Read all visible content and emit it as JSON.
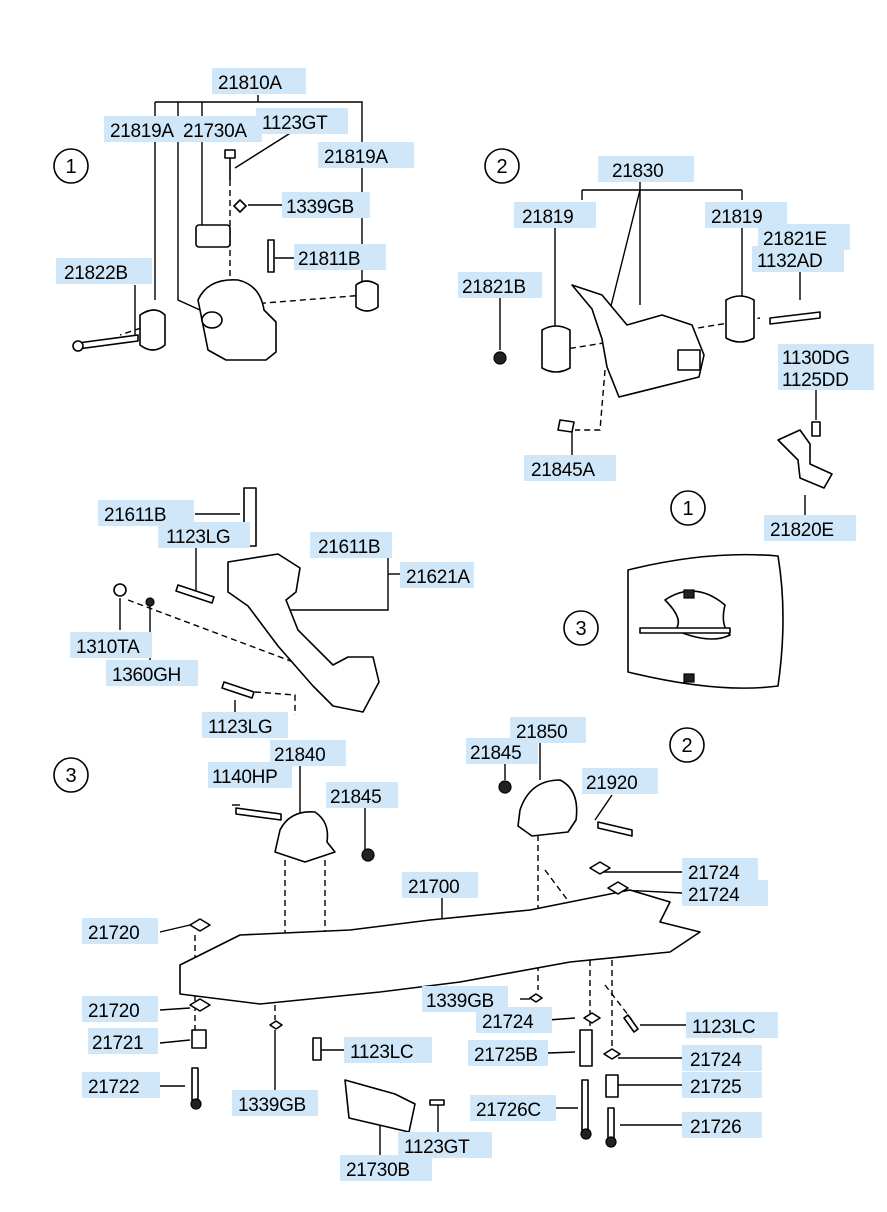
{
  "callouts": [
    "1",
    "2",
    "3"
  ],
  "parts": [
    "21810A",
    "21819A",
    "21730A",
    "1123GT",
    "21819A",
    "1339GB",
    "21811B",
    "21822B",
    "21830",
    "21819",
    "21819",
    "21821E",
    "1132AD",
    "21821B",
    "1130DG",
    "1125DD",
    "21845A",
    "21820E",
    "21611B",
    "1123LG",
    "21611B",
    "21621A",
    "1310TA",
    "1360GH",
    "1123LG",
    "21840",
    "1140HP",
    "21845",
    "21850",
    "21845",
    "21920",
    "21724",
    "21724",
    "21700",
    "21720",
    "1339GB",
    "21724",
    "1123LC",
    "21720",
    "21721",
    "1123LC",
    "21725B",
    "21724",
    "21725",
    "21722",
    "1339GB",
    "21726C",
    "21726",
    "1123GT",
    "21730B"
  ]
}
